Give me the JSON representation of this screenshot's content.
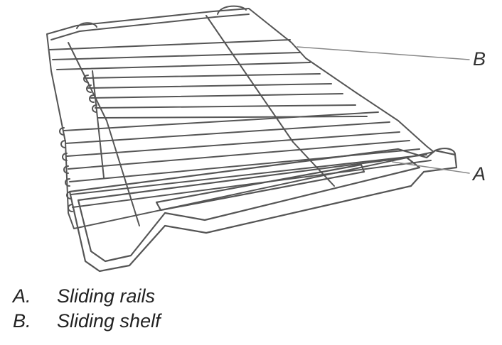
{
  "figure": {
    "callouts": [
      {
        "letter": "B"
      },
      {
        "letter": "A"
      }
    ]
  },
  "legend": [
    {
      "key": "A.",
      "text": "Sliding rails"
    },
    {
      "key": "B.",
      "text": "Sliding shelf"
    }
  ]
}
